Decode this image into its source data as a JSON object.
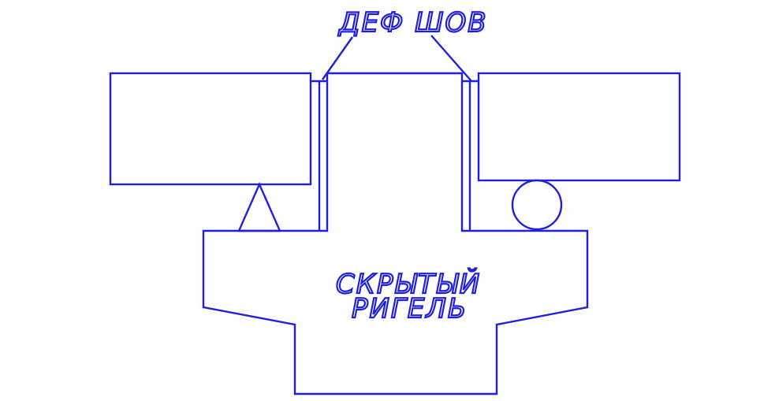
{
  "colors": {
    "line": "#1f1fdc",
    "background": "#ffffff"
  },
  "labels": {
    "seam": "ДЕФ ШОВ",
    "beam_line1": "СКРЫТЫЙ",
    "beam_line2": "РИГЕЛЬ"
  },
  "supports": {
    "left_symbol": "fixed-triangle-support",
    "right_symbol": "roller-circle-support"
  }
}
